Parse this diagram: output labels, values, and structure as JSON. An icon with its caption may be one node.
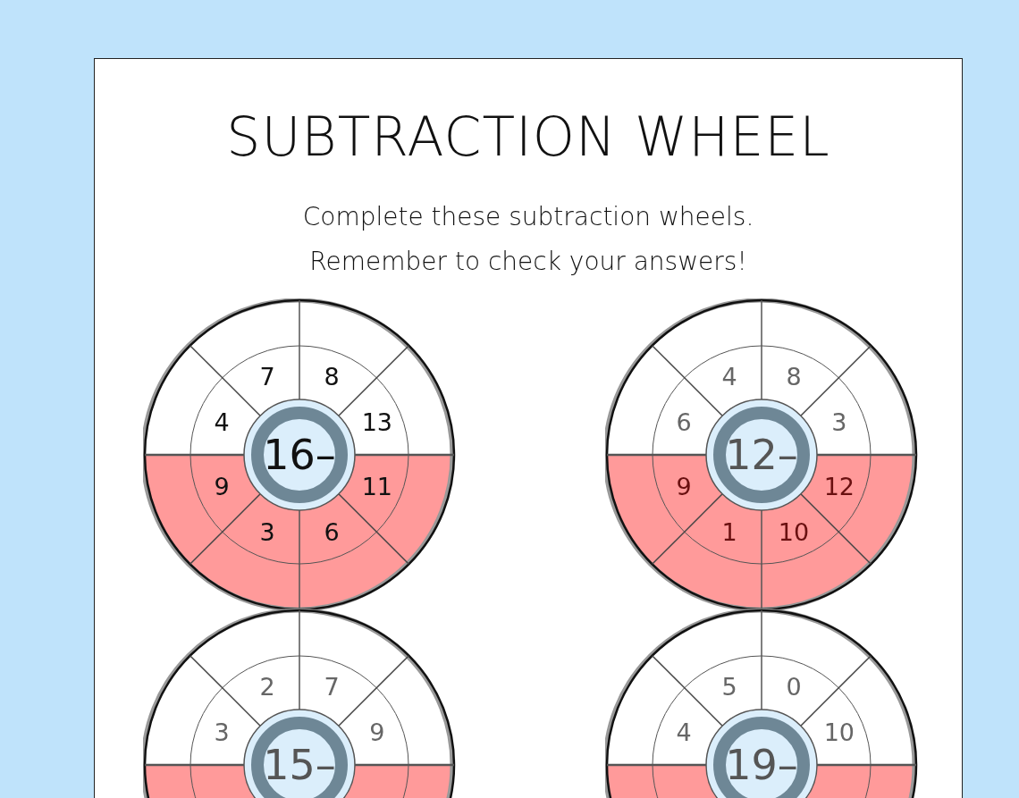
{
  "diagram": {
    "title": "SUBTRACTION WHEEL",
    "nodes": [
      {
        "text": [
          "16–"
        ]
      },
      {
        "text": [
          "7"
        ],
        "in": 0
      },
      {
        "text": [
          "8"
        ],
        "in": 0
      },
      {
        "text": [
          "4"
        ],
        "in": 0
      },
      {
        "text": [
          "13"
        ],
        "in": 0
      },
      {
        "text": [
          "9"
        ],
        "in": 0
      },
      {
        "text": [
          "11"
        ],
        "in": 0
      },
      {
        "text": [
          "3"
        ],
        "in": 0
      },
      {
        "text": [
          "6"
        ],
        "in": 0
      },
      {
        "text": [
          "12–"
        ]
      },
      {
        "text": [
          "4"
        ],
        "in": 9
      },
      {
        "text": [
          "8"
        ],
        "in": 9
      },
      {
        "text": [
          "6"
        ],
        "in": 9
      },
      {
        "text": [
          "3"
        ],
        "in": 9
      },
      {
        "text": [
          "9"
        ],
        "in": 9
      },
      {
        "text": [
          "12"
        ],
        "in": 9
      },
      {
        "text": [
          "1"
        ],
        "in": 9
      },
      {
        "text": [
          "10"
        ],
        "in": 9
      },
      {
        "text": [
          "15–"
        ]
      },
      {
        "text": [
          "2"
        ],
        "in": 18
      },
      {
        "text": [
          "7"
        ],
        "in": 18
      },
      {
        "text": [
          "3"
        ],
        "in": 18
      },
      {
        "text": [
          "9"
        ],
        "in": 18
      },
      {
        "text": [
          "19–"
        ]
      },
      {
        "text": [
          "5"
        ],
        "in": 23
      },
      {
        "text": [
          "0"
        ],
        "in": 23
      },
      {
        "text": [
          "4"
        ],
        "in": 23
      },
      {
        "text": [
          "10"
        ],
        "in": 23
      }
    ],
    "labels": [
      "Complete these subtraction wheels. Remember to check your answers!"
    ]
  }
}
